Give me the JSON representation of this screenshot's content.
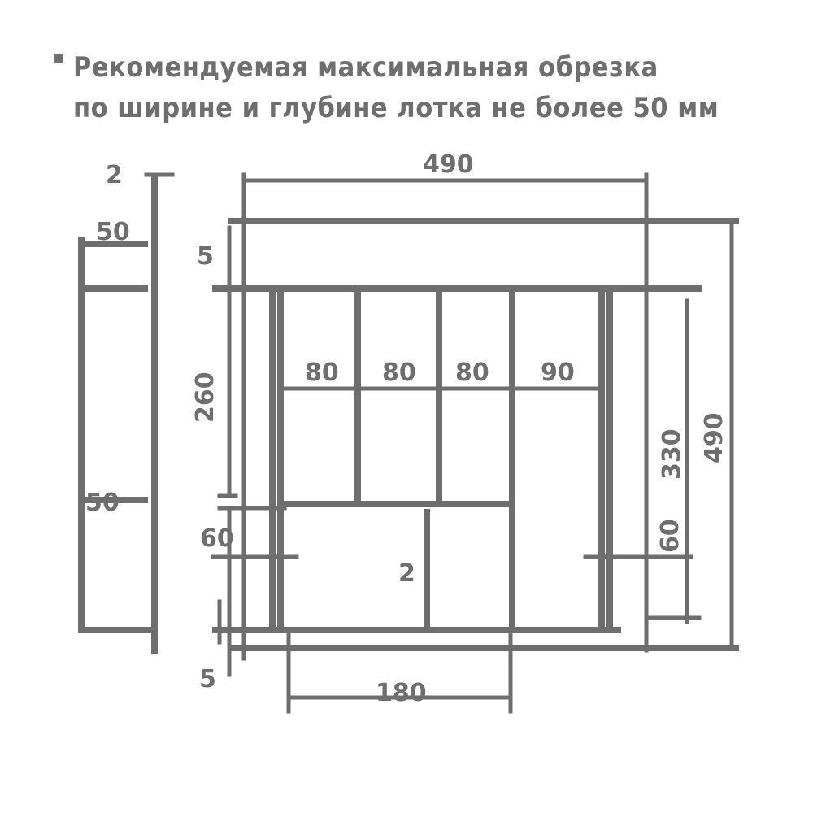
{
  "note": {
    "bullet": "*",
    "line1": "Рекомендуемая максимальная обрезка",
    "line2": "по ширине и глубине лотка не более 50 мм"
  },
  "colors": {
    "stroke": "#6e6e6e",
    "background": "#ffffff"
  },
  "side_view": {
    "height_label": "2",
    "width_label": "50",
    "lower_label": "50"
  },
  "front_view": {
    "overall_width": "490",
    "top_offset": "5",
    "upper_section_height": "260",
    "compartments_upper": [
      "80",
      "80",
      "80",
      "90"
    ],
    "lower_section_offset": "60",
    "lower_divider": "2",
    "bottom_offset": "5",
    "lower_left_width": "180",
    "right_inner_height": "330",
    "right_lower_height": "60",
    "overall_depth": "490"
  }
}
